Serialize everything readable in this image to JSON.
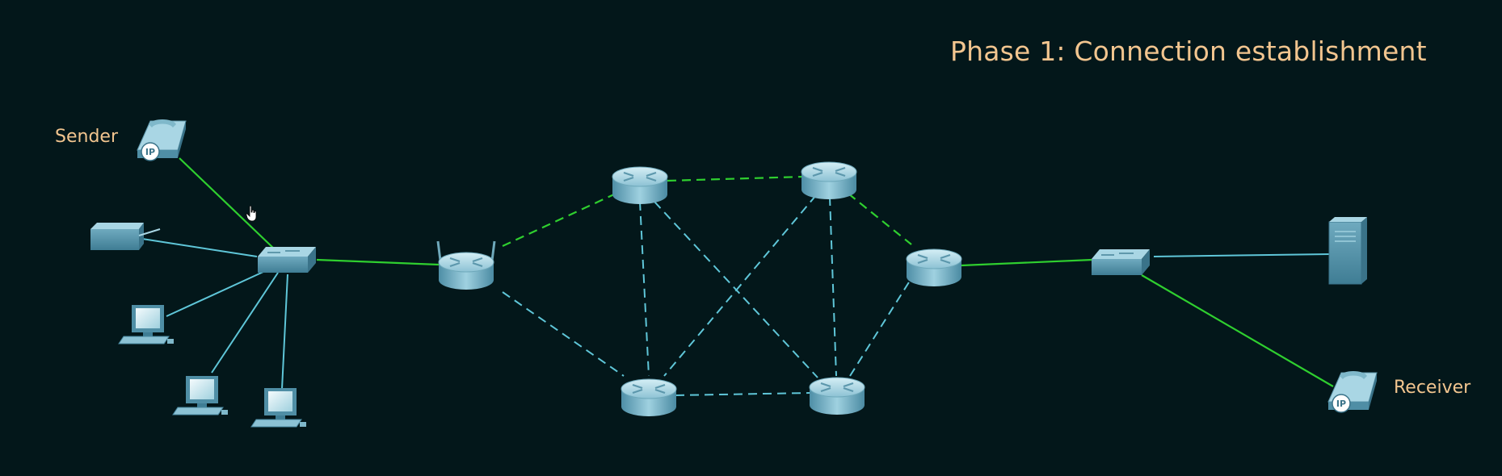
{
  "title": "Phase 1: Connection  establishment",
  "labels": {
    "sender": "Sender",
    "receiver": "Receiver"
  },
  "phone_badge": "IP",
  "colors": {
    "background": "#03171a",
    "label_text": "#f2c58f",
    "active_link": "#2fcf2f",
    "idle_link": "#5fc6d8",
    "device_body": "#5b9fb5"
  },
  "devices": [
    "ip-phone-sender",
    "printer",
    "pc-1",
    "pc-2",
    "pc-3",
    "switch-left",
    "wireless-router",
    "router-top-left",
    "router-top-right",
    "router-bottom-left",
    "router-bottom-right",
    "router-right",
    "switch-right",
    "server",
    "ip-phone-receiver"
  ],
  "links": {
    "active": [
      "ip-phone-sender—switch-left",
      "switch-left—wireless-router",
      "wireless-router—router-top-left",
      "router-top-left—router-top-right",
      "router-top-right—router-right",
      "router-right—switch-right",
      "switch-right—ip-phone-receiver"
    ],
    "idle": [
      "printer—switch-left",
      "pc-1—switch-left",
      "pc-2—switch-left",
      "pc-3—switch-left",
      "wireless-router—router-bottom-left",
      "router-top-left—router-bottom-left",
      "router-top-left—router-bottom-right",
      "router-top-right—router-bottom-left",
      "router-top-right—router-bottom-right",
      "router-bottom-left—router-bottom-right",
      "router-bottom-right—router-right",
      "switch-right—server"
    ]
  }
}
